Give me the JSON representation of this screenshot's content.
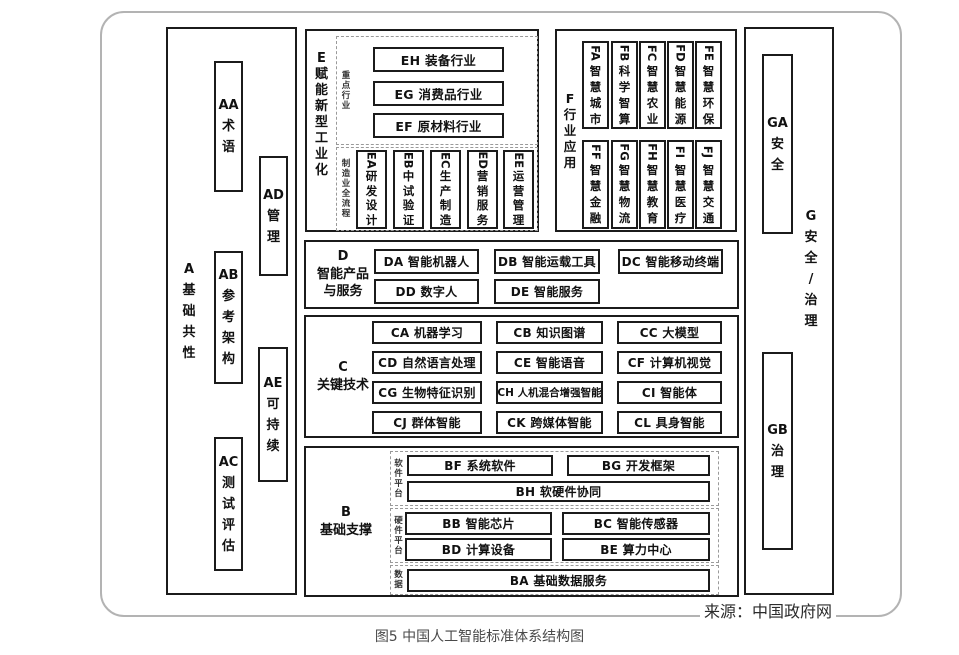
{
  "caption": "图5 中国人工智能标准体系结构图",
  "source": "来源：中国政府网",
  "colors": {
    "box_border": "#1b1b1b",
    "dashed_border": "#9a9a9a",
    "card_border": "#b3b3b3",
    "caption_text": "#4a4a4a"
  },
  "sections": {
    "A": {
      "label": "A\n基\n础\n共\n性",
      "items": {
        "AA": "AA\n术\n语",
        "AB": "AB\n参\n考\n架\n构",
        "AC": "AC\n测\n试\n评\n估",
        "AD": "AD\n管\n理",
        "AE": "AE\n可\n持\n续"
      }
    },
    "E": {
      "label": "E\n赋\n能\n新\n型\n工\n业\n化",
      "groups": {
        "key_industries": {
          "label": "重\n点\n行\n业",
          "items": {
            "EH": "EH 装备行业",
            "EG": "EG 消费品行业",
            "EF": "EF 原材料行业"
          }
        },
        "manufacturing_chain": {
          "label": "制\n造\n业\n全\n流\n程",
          "items": {
            "EA": {
              "code": "EA",
              "name": "研\n发\n设\n计"
            },
            "EB": {
              "code": "EB",
              "name": "中\n试\n验\n证"
            },
            "EC": {
              "code": "EC",
              "name": "生\n产\n制\n造"
            },
            "ED": {
              "code": "ED",
              "name": "营\n销\n服\n务"
            },
            "EE": {
              "code": "EE",
              "name": "运\n营\n管\n理"
            }
          }
        }
      }
    },
    "F": {
      "label": "F\n行\n业\n应\n用",
      "row1": {
        "FA": {
          "code": "FA",
          "name": "智\n慧\n城\n市"
        },
        "FB": {
          "code": "FB",
          "name": "科\n学\n智\n算"
        },
        "FC": {
          "code": "FC",
          "name": "智\n慧\n农\n业"
        },
        "FD": {
          "code": "FD",
          "name": "智\n慧\n能\n源"
        },
        "FE": {
          "code": "FE",
          "name": "智\n慧\n环\n保"
        }
      },
      "row2": {
        "FF": {
          "code": "FF",
          "name": "智\n慧\n金\n融"
        },
        "FG": {
          "code": "FG",
          "name": "智\n慧\n物\n流"
        },
        "FH": {
          "code": "FH",
          "name": "智\n慧\n教\n育"
        },
        "FI": {
          "code": "FI",
          "name": "智\n慧\n医\n疗"
        },
        "FJ": {
          "code": "FJ",
          "name": "智\n慧\n交\n通"
        }
      }
    },
    "D": {
      "label": "D\n智能产品\n与服务",
      "items": {
        "DA": "DA 智能机器人",
        "DB": "DB 智能运载工具",
        "DC": "DC 智能移动终端",
        "DD": "DD 数字人",
        "DE": "DE 智能服务"
      }
    },
    "C": {
      "label": "C\n关键技术",
      "items": {
        "CA": "CA 机器学习",
        "CB": "CB 知识图谱",
        "CC": "CC 大模型",
        "CD": "CD 自然语言处理",
        "CE": "CE 智能语音",
        "CF": "CF 计算机视觉",
        "CG": "CG 生物特征识别",
        "CH": "CH 人机混合增强智能",
        "CI": "CI 智能体",
        "CJ": "CJ 群体智能",
        "CK": "CK 跨媒体智能",
        "CL": "CL 具身智能"
      }
    },
    "B": {
      "label": "B\n基础支撑",
      "groups": {
        "software": {
          "label": "软\n件\n平\n台",
          "items": {
            "BF": "BF 系统软件",
            "BG": "BG 开发框架",
            "BH": "BH 软硬件协同"
          }
        },
        "hardware": {
          "label": "硬\n件\n平\n台",
          "items": {
            "BB": "BB 智能芯片",
            "BC": "BC 智能传感器",
            "BD": "BD 计算设备",
            "BE": "BE 算力中心"
          }
        },
        "data": {
          "label": "数\n据",
          "items": {
            "BA": "BA 基础数据服务"
          }
        }
      }
    },
    "G": {
      "label": "G\n安\n全\n/\n治\n理",
      "items": {
        "GA": "GA\n安\n全",
        "GB": "GB\n治\n理"
      }
    }
  }
}
